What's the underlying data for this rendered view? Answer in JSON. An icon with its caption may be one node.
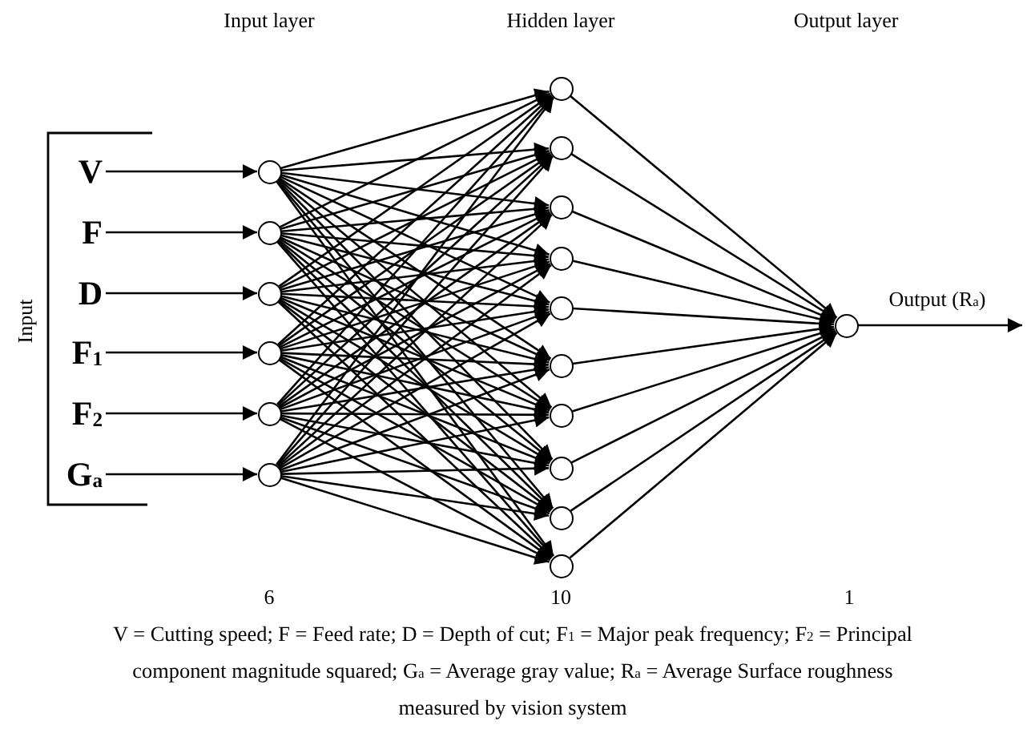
{
  "diagram": {
    "caption": "V = Cutting speed; F = Feed rate; D = Depth of cut; F$_{1}$ = Major peak frequency; F$_{2}$ = Principal component magnitude squared; G$_{a}$ = Average gray value; R$_{a}$ = Average Surface roughness measured by vision system",
    "nodes": [
      {
        "text": [
          "V"
        ]
      },
      {
        "text": [
          "F"
        ]
      },
      {
        "text": [
          "D"
        ]
      },
      {
        "text": [
          "F$_{1}$"
        ]
      },
      {
        "text": [
          "F$_{2}$"
        ]
      },
      {
        "text": [
          "G$_{a}$"
        ]
      },
      {
        "text": [],
        "shape": "circle"
      },
      {
        "text": [],
        "shape": "circle"
      },
      {
        "text": [],
        "shape": "circle"
      },
      {
        "text": [],
        "shape": "circle"
      },
      {
        "text": [],
        "shape": "circle"
      },
      {
        "text": [],
        "shape": "circle"
      },
      {
        "text": [],
        "shape": "circle"
      },
      {
        "text": [],
        "shape": "circle"
      },
      {
        "text": [],
        "shape": "circle"
      },
      {
        "text": [],
        "shape": "circle"
      },
      {
        "text": [],
        "shape": "circle"
      },
      {
        "text": [],
        "shape": "circle"
      },
      {
        "text": [],
        "shape": "circle"
      },
      {
        "text": [],
        "shape": "circle"
      },
      {
        "text": [],
        "shape": "circle"
      },
      {
        "text": [],
        "shape": "circle"
      },
      {
        "text": [],
        "shape": "circle"
      }
    ],
    "edges": [
      {
        "from": 0,
        "to": 6,
        "arrow": "to"
      },
      {
        "from": 1,
        "to": 7,
        "arrow": "to"
      },
      {
        "from": 2,
        "to": 8,
        "arrow": "to"
      },
      {
        "from": 3,
        "to": 9,
        "arrow": "to"
      },
      {
        "from": 4,
        "to": 10,
        "arrow": "to"
      },
      {
        "from": 5,
        "to": 11,
        "arrow": "to"
      },
      {
        "from": 6,
        "to": 12,
        "arrow": "to"
      },
      {
        "from": 6,
        "to": 13,
        "arrow": "to"
      },
      {
        "from": 6,
        "to": 14,
        "arrow": "to"
      },
      {
        "from": 6,
        "to": 15,
        "arrow": "to"
      },
      {
        "from": 6,
        "to": 16,
        "arrow": "to"
      },
      {
        "from": 6,
        "to": 17,
        "arrow": "to"
      },
      {
        "from": 6,
        "to": 18,
        "arrow": "to"
      },
      {
        "from": 6,
        "to": 19,
        "arrow": "to"
      },
      {
        "from": 6,
        "to": 20,
        "arrow": "to"
      },
      {
        "from": 6,
        "to": 21,
        "arrow": "to"
      },
      {
        "from": 7,
        "to": 12,
        "arrow": "to"
      },
      {
        "from": 7,
        "to": 13,
        "arrow": "to"
      },
      {
        "from": 7,
        "to": 14,
        "arrow": "to"
      },
      {
        "from": 7,
        "to": 15,
        "arrow": "to"
      },
      {
        "from": 7,
        "to": 16,
        "arrow": "to"
      },
      {
        "from": 7,
        "to": 17,
        "arrow": "to"
      },
      {
        "from": 7,
        "to": 18,
        "arrow": "to"
      },
      {
        "from": 7,
        "to": 19,
        "arrow": "to"
      },
      {
        "from": 7,
        "to": 20,
        "arrow": "to"
      },
      {
        "from": 7,
        "to": 21,
        "arrow": "to"
      },
      {
        "from": 8,
        "to": 12,
        "arrow": "to"
      },
      {
        "from": 8,
        "to": 13,
        "arrow": "to"
      },
      {
        "from": 8,
        "to": 14,
        "arrow": "to"
      },
      {
        "from": 8,
        "to": 15,
        "arrow": "to"
      },
      {
        "from": 8,
        "to": 16,
        "arrow": "to"
      },
      {
        "from": 8,
        "to": 17,
        "arrow": "to"
      },
      {
        "from": 8,
        "to": 18,
        "arrow": "to"
      },
      {
        "from": 8,
        "to": 19,
        "arrow": "to"
      },
      {
        "from": 8,
        "to": 20,
        "arrow": "to"
      },
      {
        "from": 8,
        "to": 21,
        "arrow": "to"
      },
      {
        "from": 9,
        "to": 12,
        "arrow": "to"
      },
      {
        "from": 9,
        "to": 13,
        "arrow": "to"
      },
      {
        "from": 9,
        "to": 14,
        "arrow": "to"
      },
      {
        "from": 9,
        "to": 15,
        "arrow": "to"
      },
      {
        "from": 9,
        "to": 16,
        "arrow": "to"
      },
      {
        "from": 9,
        "to": 17,
        "arrow": "to"
      },
      {
        "from": 9,
        "to": 18,
        "arrow": "to"
      },
      {
        "from": 9,
        "to": 19,
        "arrow": "to"
      },
      {
        "from": 9,
        "to": 20,
        "arrow": "to"
      },
      {
        "from": 9,
        "to": 21,
        "arrow": "to"
      },
      {
        "from": 10,
        "to": 12,
        "arrow": "to"
      },
      {
        "from": 10,
        "to": 13,
        "arrow": "to"
      },
      {
        "from": 10,
        "to": 14,
        "arrow": "to"
      },
      {
        "from": 10,
        "to": 15,
        "arrow": "to"
      },
      {
        "from": 10,
        "to": 16,
        "arrow": "to"
      },
      {
        "from": 10,
        "to": 17,
        "arrow": "to"
      },
      {
        "from": 10,
        "to": 18,
        "arrow": "to"
      },
      {
        "from": 10,
        "to": 19,
        "arrow": "to"
      },
      {
        "from": 10,
        "to": 20,
        "arrow": "to"
      },
      {
        "from": 10,
        "to": 21,
        "arrow": "to"
      },
      {
        "from": 11,
        "to": 12,
        "arrow": "to"
      },
      {
        "from": 11,
        "to": 13,
        "arrow": "to"
      },
      {
        "from": 11,
        "to": 14,
        "arrow": "to"
      },
      {
        "from": 11,
        "to": 15,
        "arrow": "to"
      },
      {
        "from": 11,
        "to": 16,
        "arrow": "to"
      },
      {
        "from": 11,
        "to": 17,
        "arrow": "to"
      },
      {
        "from": 11,
        "to": 18,
        "arrow": "to"
      },
      {
        "from": 11,
        "to": 19,
        "arrow": "to"
      },
      {
        "from": 11,
        "to": 20,
        "arrow": "to"
      },
      {
        "from": 11,
        "to": 21,
        "arrow": "to"
      },
      {
        "from": 12,
        "to": 22,
        "arrow": "to"
      },
      {
        "from": 13,
        "to": 22,
        "arrow": "to"
      },
      {
        "from": 14,
        "to": 22,
        "arrow": "to"
      },
      {
        "from": 15,
        "to": 22,
        "arrow": "to"
      },
      {
        "from": 16,
        "to": 22,
        "arrow": "to"
      },
      {
        "from": 17,
        "to": 22,
        "arrow": "to"
      },
      {
        "from": 18,
        "to": 22,
        "arrow": "to"
      },
      {
        "from": 19,
        "to": 22,
        "arrow": "to"
      },
      {
        "from": 20,
        "to": 22,
        "arrow": "to"
      },
      {
        "from": 21,
        "to": 22,
        "arrow": "to"
      },
      {
        "from": 22,
        "to": null,
        "arrow": "to",
        "label": "Output (R$_{a}$)"
      }
    ],
    "labels": [
      "Input layer",
      "Hidden layer",
      "Output layer",
      "Input",
      "6",
      "10",
      "1"
    ]
  }
}
